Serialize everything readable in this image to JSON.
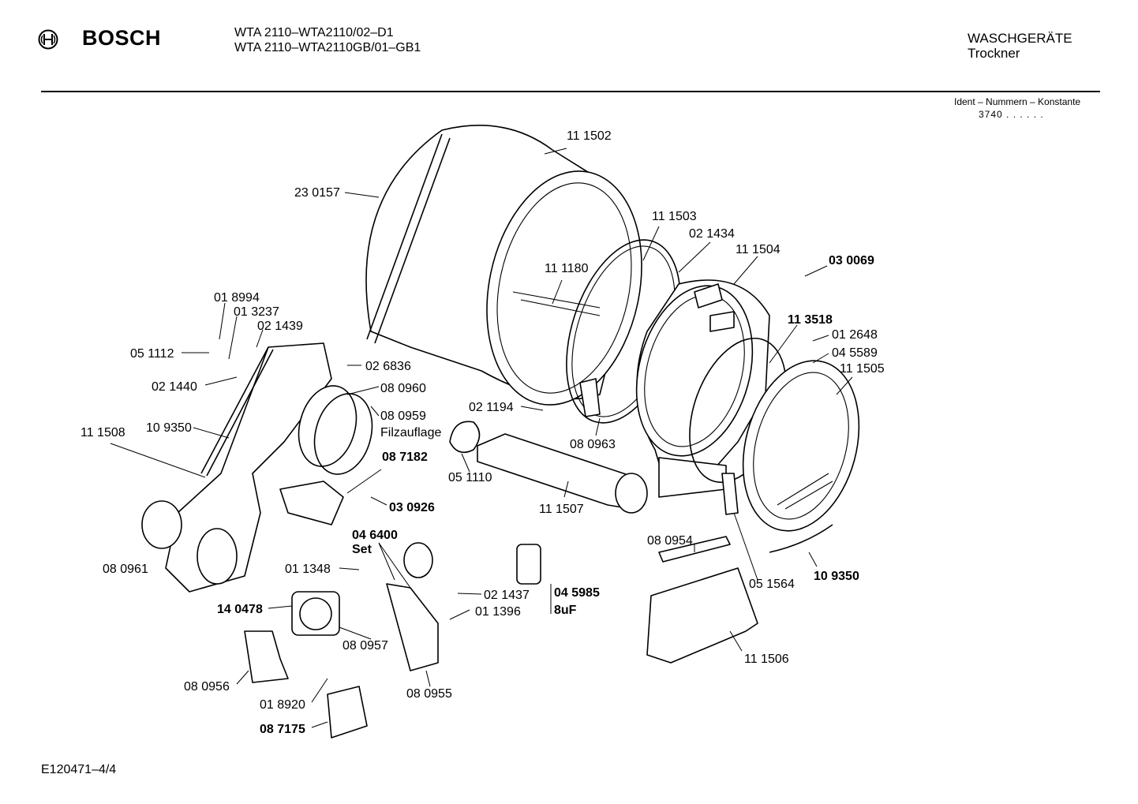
{
  "header": {
    "brand": "BOSCH",
    "model_line_1": "WTA 2110–WTA2110/02–D1",
    "model_line_2": "WTA 2110–WTA2110GB/01–GB1",
    "category": "WASCHGERÄTE",
    "subcategory": "Trockner",
    "ident_label": "Ident – Nummern – Konstante",
    "ident_value": "3740 . . . . . ."
  },
  "footer": {
    "drawing_number": "E120471–4/4"
  },
  "parts": [
    {
      "number": "11 1502",
      "bold": false
    },
    {
      "number": "23 0157",
      "bold": false
    },
    {
      "number": "11 1503",
      "bold": false
    },
    {
      "number": "02 1434",
      "bold": false
    },
    {
      "number": "11 1504",
      "bold": false
    },
    {
      "number": "03 0069",
      "bold": true
    },
    {
      "number": "11 1180",
      "bold": false
    },
    {
      "number": "11 3518",
      "bold": true
    },
    {
      "number": "01 2648",
      "bold": false
    },
    {
      "number": "04 5589",
      "bold": false
    },
    {
      "number": "11 1505",
      "bold": false
    },
    {
      "number": "01 8994",
      "bold": false
    },
    {
      "number": "01 3237",
      "bold": false
    },
    {
      "number": "02 1439",
      "bold": false
    },
    {
      "number": "05 1112",
      "bold": false
    },
    {
      "number": "02 6836",
      "bold": false
    },
    {
      "number": "02 1440",
      "bold": false
    },
    {
      "number": "08 0960",
      "bold": false
    },
    {
      "number": "08 0959",
      "bold": false
    },
    {
      "number": "Filzauflage",
      "bold": false
    },
    {
      "number": "02 1194",
      "bold": false
    },
    {
      "number": "11 1508",
      "bold": false
    },
    {
      "number": "10 9350",
      "bold": false
    },
    {
      "number": "08 7182",
      "bold": true
    },
    {
      "number": "05 1110",
      "bold": false
    },
    {
      "number": "08 0963",
      "bold": false
    },
    {
      "number": "03 0926",
      "bold": true
    },
    {
      "number": "11 1507",
      "bold": false
    },
    {
      "number": "08 0954",
      "bold": false
    },
    {
      "number": "04 6400",
      "bold": true
    },
    {
      "number": "Set",
      "bold": true
    },
    {
      "number": "08 0961",
      "bold": false
    },
    {
      "number": "01 1348",
      "bold": false
    },
    {
      "number": "02 1437",
      "bold": false
    },
    {
      "number": "04 5985",
      "bold": true
    },
    {
      "number": "8uF",
      "bold": true
    },
    {
      "number": "05 1564",
      "bold": false
    },
    {
      "number": "10 9350",
      "bold": true
    },
    {
      "number": "14 0478",
      "bold": true
    },
    {
      "number": "01 1396",
      "bold": false
    },
    {
      "number": "08 0957",
      "bold": false
    },
    {
      "number": "11 1506",
      "bold": false
    },
    {
      "number": "08 0956",
      "bold": false
    },
    {
      "number": "08 0955",
      "bold": false
    },
    {
      "number": "01 8920",
      "bold": false
    },
    {
      "number": "08 7175",
      "bold": true
    }
  ]
}
